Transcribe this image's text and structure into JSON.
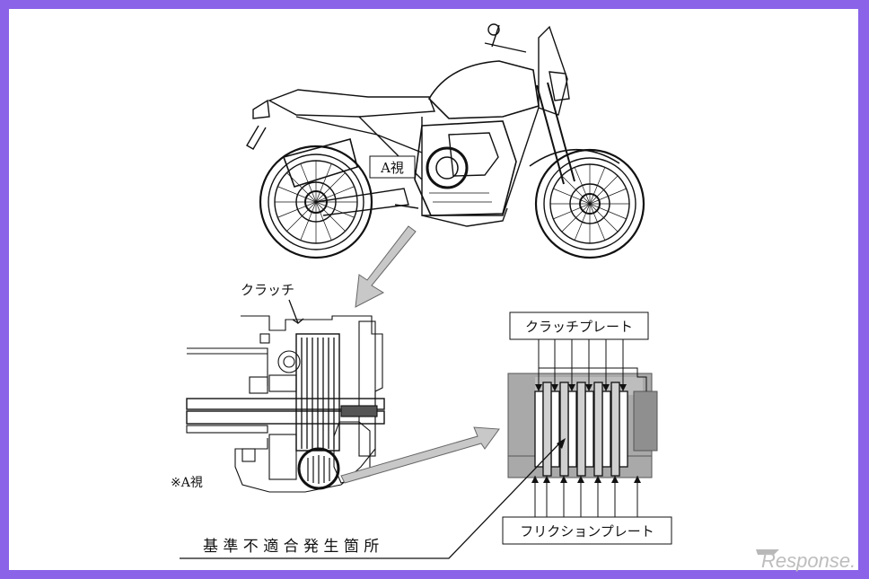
{
  "labels": {
    "view_a": "A視",
    "clutch": "クラッチ",
    "view_a_note": "※A視",
    "clutch_plate": "クラッチプレート",
    "friction_plate": "フリクションプレート",
    "defect_location": "基 準 不 適 合 発 生 箇 所",
    "watermark": "Response."
  },
  "colors": {
    "frame": "#8a63e8",
    "arrow_fill": "#c8c8c8",
    "plate_gray": "#a9a9a9",
    "line": "#111111"
  }
}
